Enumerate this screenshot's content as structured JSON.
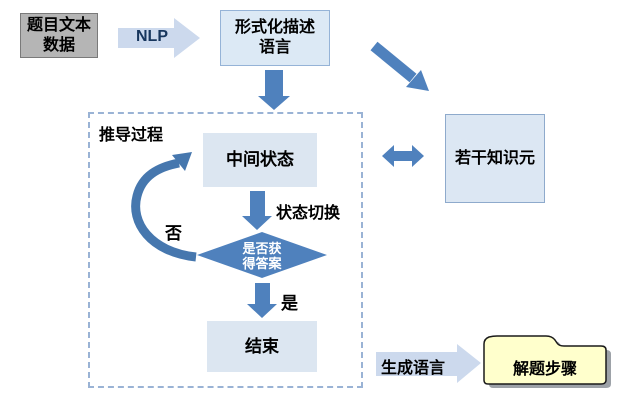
{
  "nodes": {
    "problem_text_data": "题目文本\n数据",
    "formal_description_language": "形式化描述\n语言",
    "knowledge_units": "若干知识元",
    "intermediate_state": "中间状态",
    "answer_decision": "是否获\n得答案",
    "end": "结束",
    "solution_steps": "解题步骤"
  },
  "labels": {
    "nlp": "NLP",
    "derivation_process": "推导过程",
    "state_switch": "状态切换",
    "no": "否",
    "yes": "是",
    "generate_language": "生成语言"
  },
  "colors": {
    "accent_blue": "#4f81bd",
    "light_arrow_fill": "#ccd9ed",
    "node_fill_light_blue": "#dce6f1",
    "node_border_blue": "#95b3d7",
    "gray_node_fill": "#b5b5b5",
    "gray_node_border": "#7a7a7a",
    "diamond_fill": "#4f81bd",
    "diamond_text": "#ffffff",
    "dashed_frame_border": "#9ab3d5",
    "folder_fill": "#ffffcc",
    "folder_border": "#1a1a1a",
    "folder_shadow": "#9da2a8",
    "nlp_text": "#17365d"
  }
}
